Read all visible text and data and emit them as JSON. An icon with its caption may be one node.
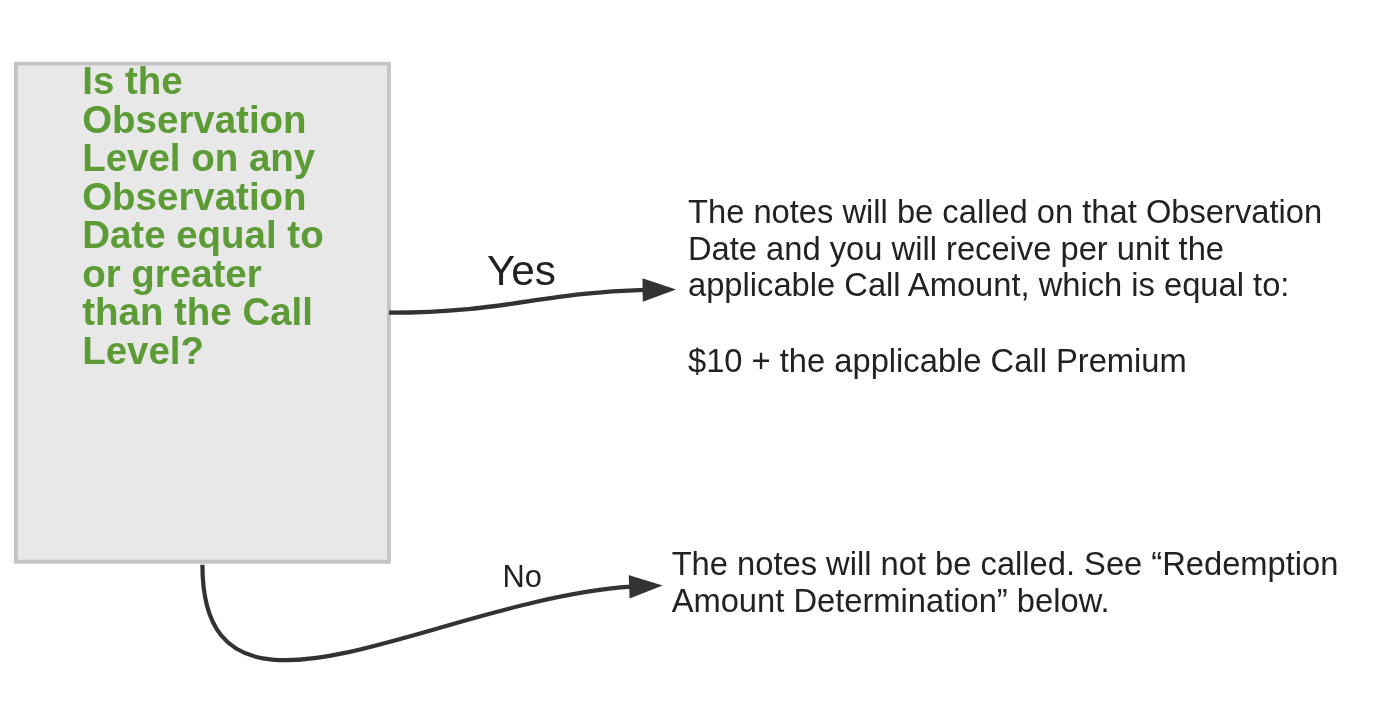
{
  "diagram": {
    "nodes": [
      {
        "text": [
          "Is the Observation Level on any Observation Date equal to or greater than the Call Level?"
        ]
      },
      {
        "text": [
          "The notes will be called on that Observation Date and you will receive per unit the applicable Call Amount, which is equal to:",
          "$10 + the applicable Call Premium"
        ]
      },
      {
        "text": [
          "The notes will not be called. See “Redemption Amount Determination” below."
        ]
      }
    ],
    "edges": [
      {
        "from": 0,
        "to": 1,
        "arrow": "to",
        "label": "Yes"
      },
      {
        "from": 0,
        "to": 2,
        "arrow": "to",
        "label": "No"
      }
    ]
  }
}
